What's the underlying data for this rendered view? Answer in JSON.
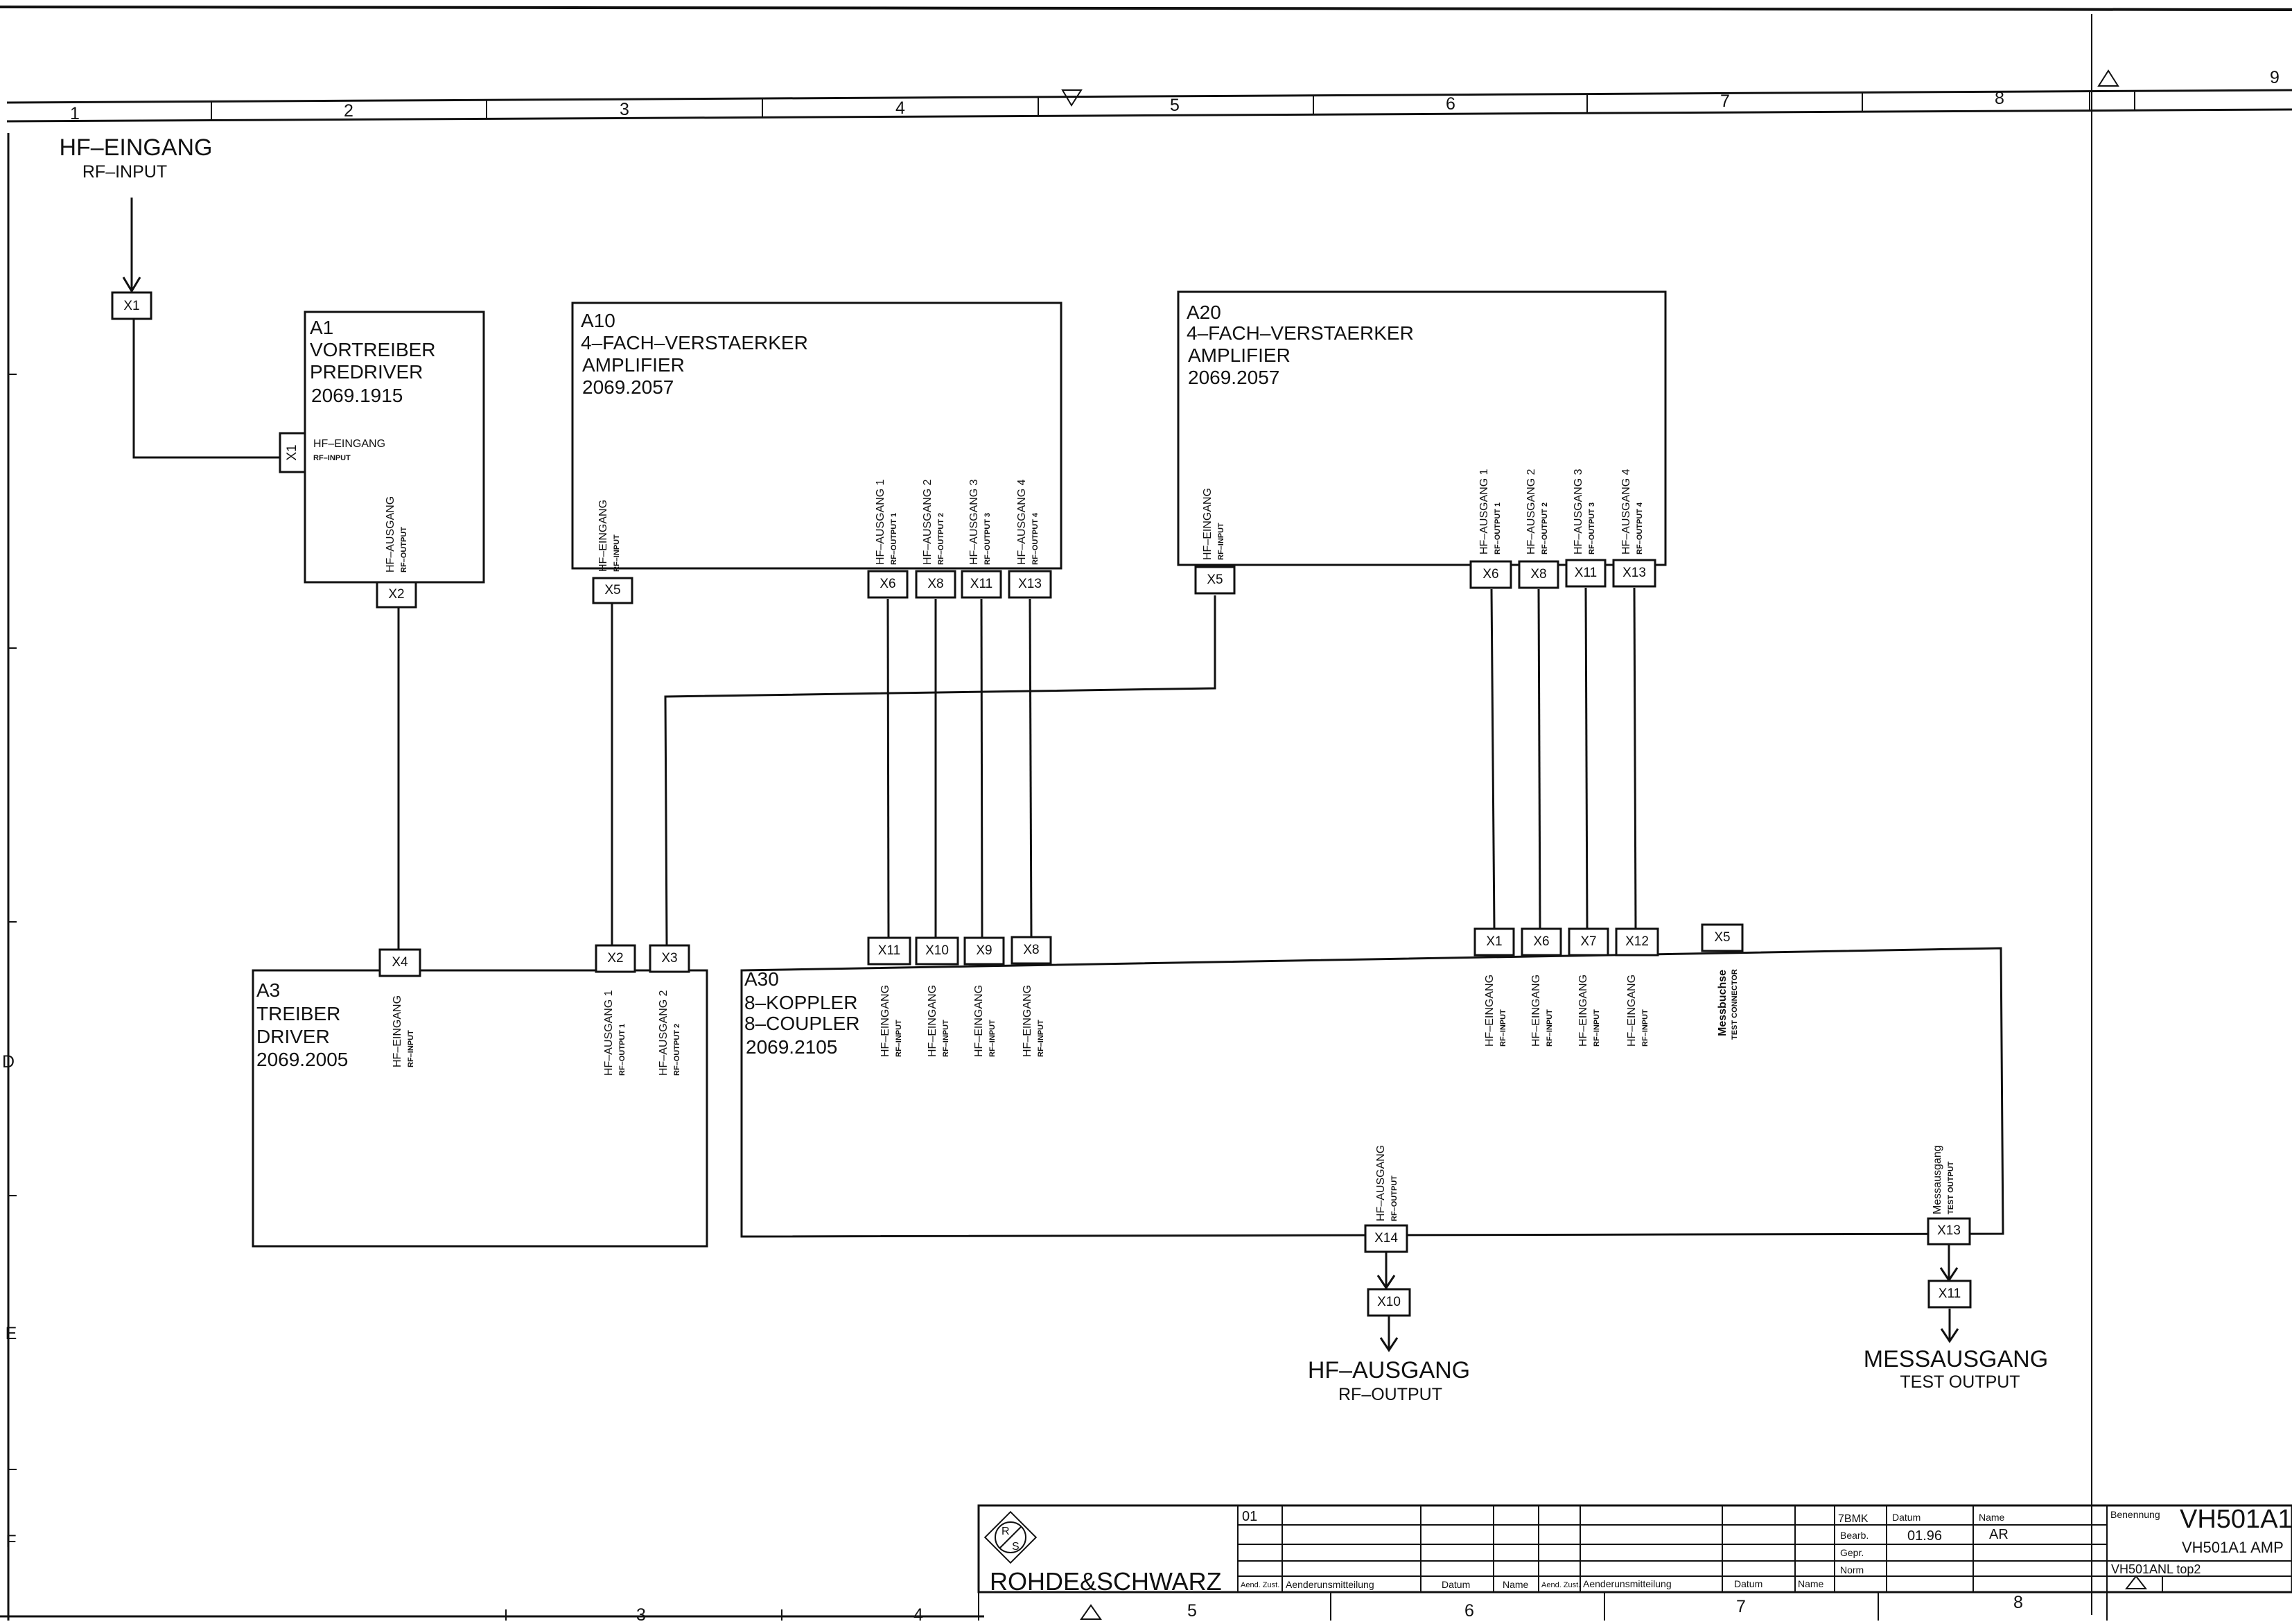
{
  "input": {
    "title": "HF–EINGANG",
    "subtitle": "RF–INPUT"
  },
  "outputs": {
    "rf": {
      "title": "HF–AUSGANG",
      "subtitle": "RF–OUTPUT"
    },
    "test": {
      "title": "MESSAUSGANG",
      "subtitle": "TEST OUTPUT"
    }
  },
  "grid": {
    "top": [
      "1",
      "2",
      "3",
      "4",
      "5",
      "6",
      "7",
      "8",
      "9"
    ],
    "rows": [
      "D",
      "E",
      "F"
    ],
    "bottom": [
      "3",
      "4",
      "5",
      "6",
      "7",
      "8"
    ]
  },
  "blocks": {
    "a1": {
      "lines": [
        "A1",
        "VORTREIBER",
        "PREDRIVER",
        "2069.1915"
      ],
      "pin_main": "HF–EINGANG",
      "pin_sub": "RF–INPUT",
      "out_main": "HF–AUSGANG",
      "out_sub": "RF–OUTPUT"
    },
    "a10": {
      "lines": [
        "A10",
        "4–FACH–VERSTAERKER",
        "AMPLIFIER",
        "2069.2057"
      ]
    },
    "a20": {
      "lines": [
        "A20",
        "4–FACH–VERSTAERKER",
        "AMPLIFIER",
        "2069.2057"
      ]
    },
    "a3": {
      "lines": [
        "A3",
        "TREIBER",
        "DRIVER",
        "2069.2005"
      ]
    },
    "a30": {
      "lines": [
        "A30",
        "8–KOPPLER",
        "8–COUPLER",
        "2069.2105"
      ]
    }
  },
  "amp_pins": {
    "in_main": "HF–EINGANG",
    "in_sub": "RF–INPUT",
    "outs": [
      {
        "main": "HF–AUSGANG 1",
        "sub": "RF–OUTPUT 1"
      },
      {
        "main": "HF–AUSGANG 2",
        "sub": "RF–OUTPUT 2"
      },
      {
        "main": "HF–AUSGANG 3",
        "sub": "RF–OUTPUT 3"
      },
      {
        "main": "HF–AUSGANG 4",
        "sub": "RF–OUTPUT 4"
      }
    ]
  },
  "a3_pins": [
    {
      "main": "HF–EINGANG",
      "sub": "RF–INPUT"
    },
    {
      "main": "HF–AUSGANG 1",
      "sub": "RF–OUTPUT 1"
    },
    {
      "main": "HF–AUSGANG 2",
      "sub": "RF–OUTPUT 2"
    }
  ],
  "a30_pins": {
    "in_main": "HF–EINGANG",
    "in_sub": "RF–INPUT",
    "mess_main": "Messbuchse",
    "mess_sub": "TEST CONNECTOR",
    "out_main": "HF–AUSGANG",
    "out_sub": "RF–OUTPUT",
    "test_main": "Messausgang",
    "test_sub": "TEST OUTPUT"
  },
  "connectors": {
    "input_x1": "X1",
    "a1_x1": "X1",
    "a1_x2": "X2",
    "a10": [
      "X5",
      "X6",
      "X8",
      "X11",
      "X13"
    ],
    "a20": [
      "X5",
      "X6",
      "X8",
      "X11",
      "X13"
    ],
    "a3": [
      "X4",
      "X2",
      "X3"
    ],
    "a30_left": [
      "X11",
      "X10",
      "X9",
      "X8"
    ],
    "a30_right": [
      "X1",
      "X6",
      "X7",
      "X12",
      "X5"
    ],
    "a30_x14": "X14",
    "out_x10": "X10",
    "a30_x13": "X13",
    "out_x11": "X11"
  },
  "title_block": {
    "company": "ROHDE&SCHWARZ",
    "index": "01",
    "col_aend": "Aend. Zust.",
    "col_aenderung": "Aenderunsmitteilung",
    "col_datum": "Datum",
    "col_name": "Name",
    "dept": "7BMK",
    "row_bearb": "Bearb.",
    "row_gepr": "Gepr.",
    "row_norm": "Norm",
    "date": "01.96",
    "author": "AR",
    "benennung_label": "Benennung",
    "title_big": "VH501A1",
    "title_small": "VH501A1 AMP",
    "filename": "VH501ANL top2"
  }
}
